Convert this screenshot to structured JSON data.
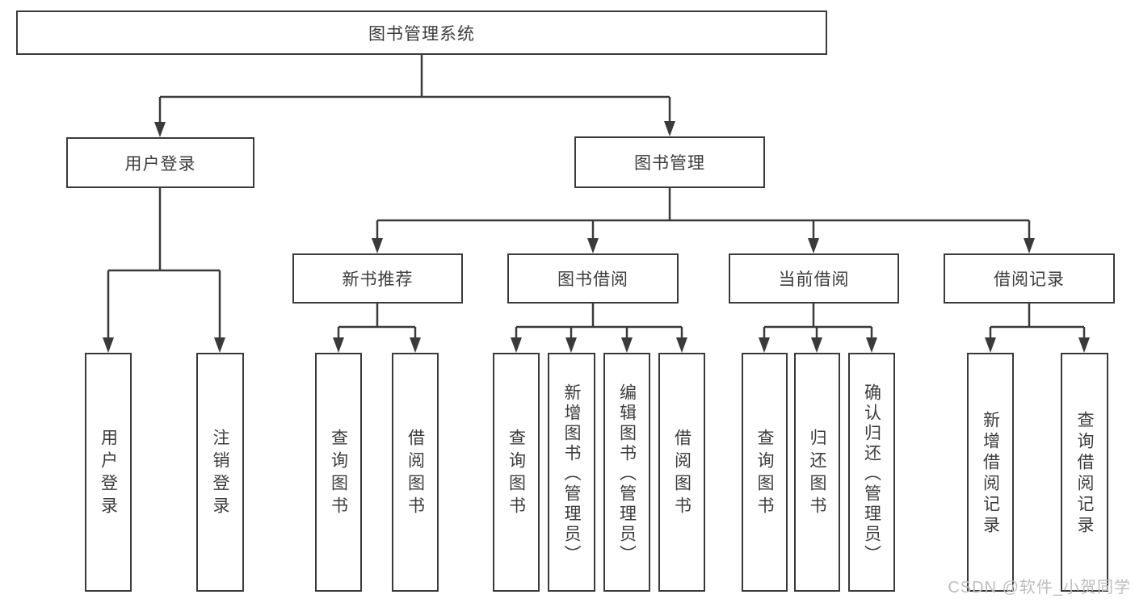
{
  "diagram": {
    "type": "hierarchy-tree",
    "colors": {
      "line": "#3a3a3a",
      "box_border": "#3a3a3a",
      "text": "#3c3c3c",
      "background": "#ffffff",
      "watermark": "#bdbdbd"
    }
  },
  "nodes": {
    "root": {
      "label": "图书管理系统"
    },
    "user_login": {
      "label": "用户登录"
    },
    "book_mgmt": {
      "label": "图书管理"
    },
    "leaf_login": {
      "label": "用户登录"
    },
    "leaf_logout": {
      "label": "注销登录"
    },
    "new_book_rec": {
      "label": "新书推荐"
    },
    "book_borrow": {
      "label": "图书借阅"
    },
    "current_borrow": {
      "label": "当前借阅"
    },
    "borrow_record": {
      "label": "借阅记录"
    },
    "nbr_query": {
      "label": "查询图书"
    },
    "nbr_borrow": {
      "label": "借阅图书"
    },
    "bb_query": {
      "label": "查询图书"
    },
    "bb_add": {
      "label": "新增图书（管理员）"
    },
    "bb_edit": {
      "label": "编辑图书（管理员）"
    },
    "bb_borrow": {
      "label": "借阅图书"
    },
    "cb_query": {
      "label": "查询图书"
    },
    "cb_return": {
      "label": "归还图书"
    },
    "cb_confirm": {
      "label": "确认归还（管理员）"
    },
    "br_add": {
      "label": "新增借阅记录"
    },
    "br_query": {
      "label": "查询借阅记录"
    }
  },
  "edges": [
    {
      "from": "root",
      "to": [
        "user_login",
        "book_mgmt"
      ]
    },
    {
      "from": "user_login",
      "to": [
        "leaf_login",
        "leaf_logout"
      ]
    },
    {
      "from": "book_mgmt",
      "to": [
        "new_book_rec",
        "book_borrow",
        "current_borrow",
        "borrow_record"
      ]
    },
    {
      "from": "new_book_rec",
      "to": [
        "nbr_query",
        "nbr_borrow"
      ]
    },
    {
      "from": "book_borrow",
      "to": [
        "bb_query",
        "bb_add",
        "bb_edit",
        "bb_borrow"
      ]
    },
    {
      "from": "current_borrow",
      "to": [
        "cb_query",
        "cb_return",
        "cb_confirm"
      ]
    },
    {
      "from": "borrow_record",
      "to": [
        "br_add",
        "br_query"
      ]
    }
  ],
  "watermark": {
    "text": "CSDN @软件_小贺同学"
  }
}
